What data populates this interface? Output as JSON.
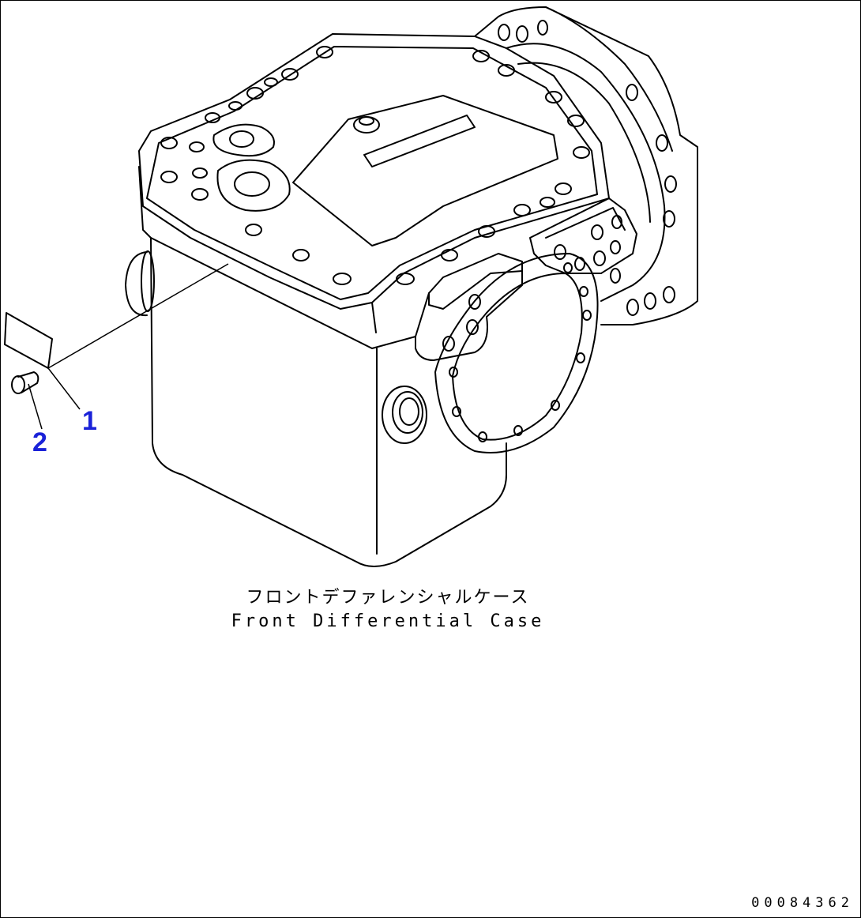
{
  "callouts": [
    {
      "label": "1"
    },
    {
      "label": "2"
    }
  ],
  "caption": {
    "japanese": "フロントデファレンシャルケース",
    "english": "Front Differential Case"
  },
  "drawing_number": "00084362",
  "colors": {
    "line": "#000000",
    "callout": "#1a22d8",
    "background": "#ffffff"
  }
}
